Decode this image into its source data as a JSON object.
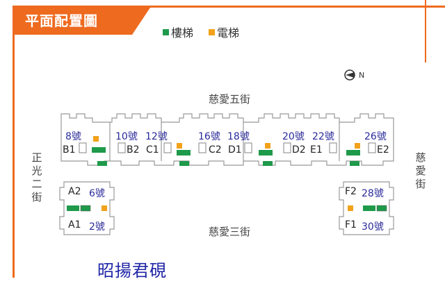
{
  "header": {
    "title": "平面配置圖"
  },
  "legend": [
    {
      "label": "樓梯",
      "color": "#1e9a4a",
      "icon": "stair-swatch"
    },
    {
      "label": "電梯",
      "color": "#f2a21a",
      "icon": "elevator-swatch"
    }
  ],
  "compass": {
    "label": "N",
    "icon": "north-arrow-icon"
  },
  "streets": {
    "top": "慈愛五街",
    "bottom": "慈愛三街",
    "left": "正光二街",
    "right": "慈愛街"
  },
  "buildings_top": [
    {
      "unit": "B1",
      "number": "8號"
    },
    {
      "unit": "B2",
      "number": "10號"
    },
    {
      "unit": "C1",
      "number": "12號"
    },
    {
      "unit": "C2",
      "number": "16號"
    },
    {
      "unit": "D1",
      "number": "18號"
    },
    {
      "unit": "D2",
      "number": "20號"
    },
    {
      "unit": "E1",
      "number": "22號"
    },
    {
      "unit": "E2",
      "number": "26號"
    }
  ],
  "building_left": [
    {
      "unit": "A2",
      "number": "6號"
    },
    {
      "unit": "A1",
      "number": "2號"
    }
  ],
  "building_right": [
    {
      "unit": "F2",
      "number": "28號"
    },
    {
      "unit": "F1",
      "number": "30號"
    }
  ],
  "project_name": "昭揚君硯"
}
